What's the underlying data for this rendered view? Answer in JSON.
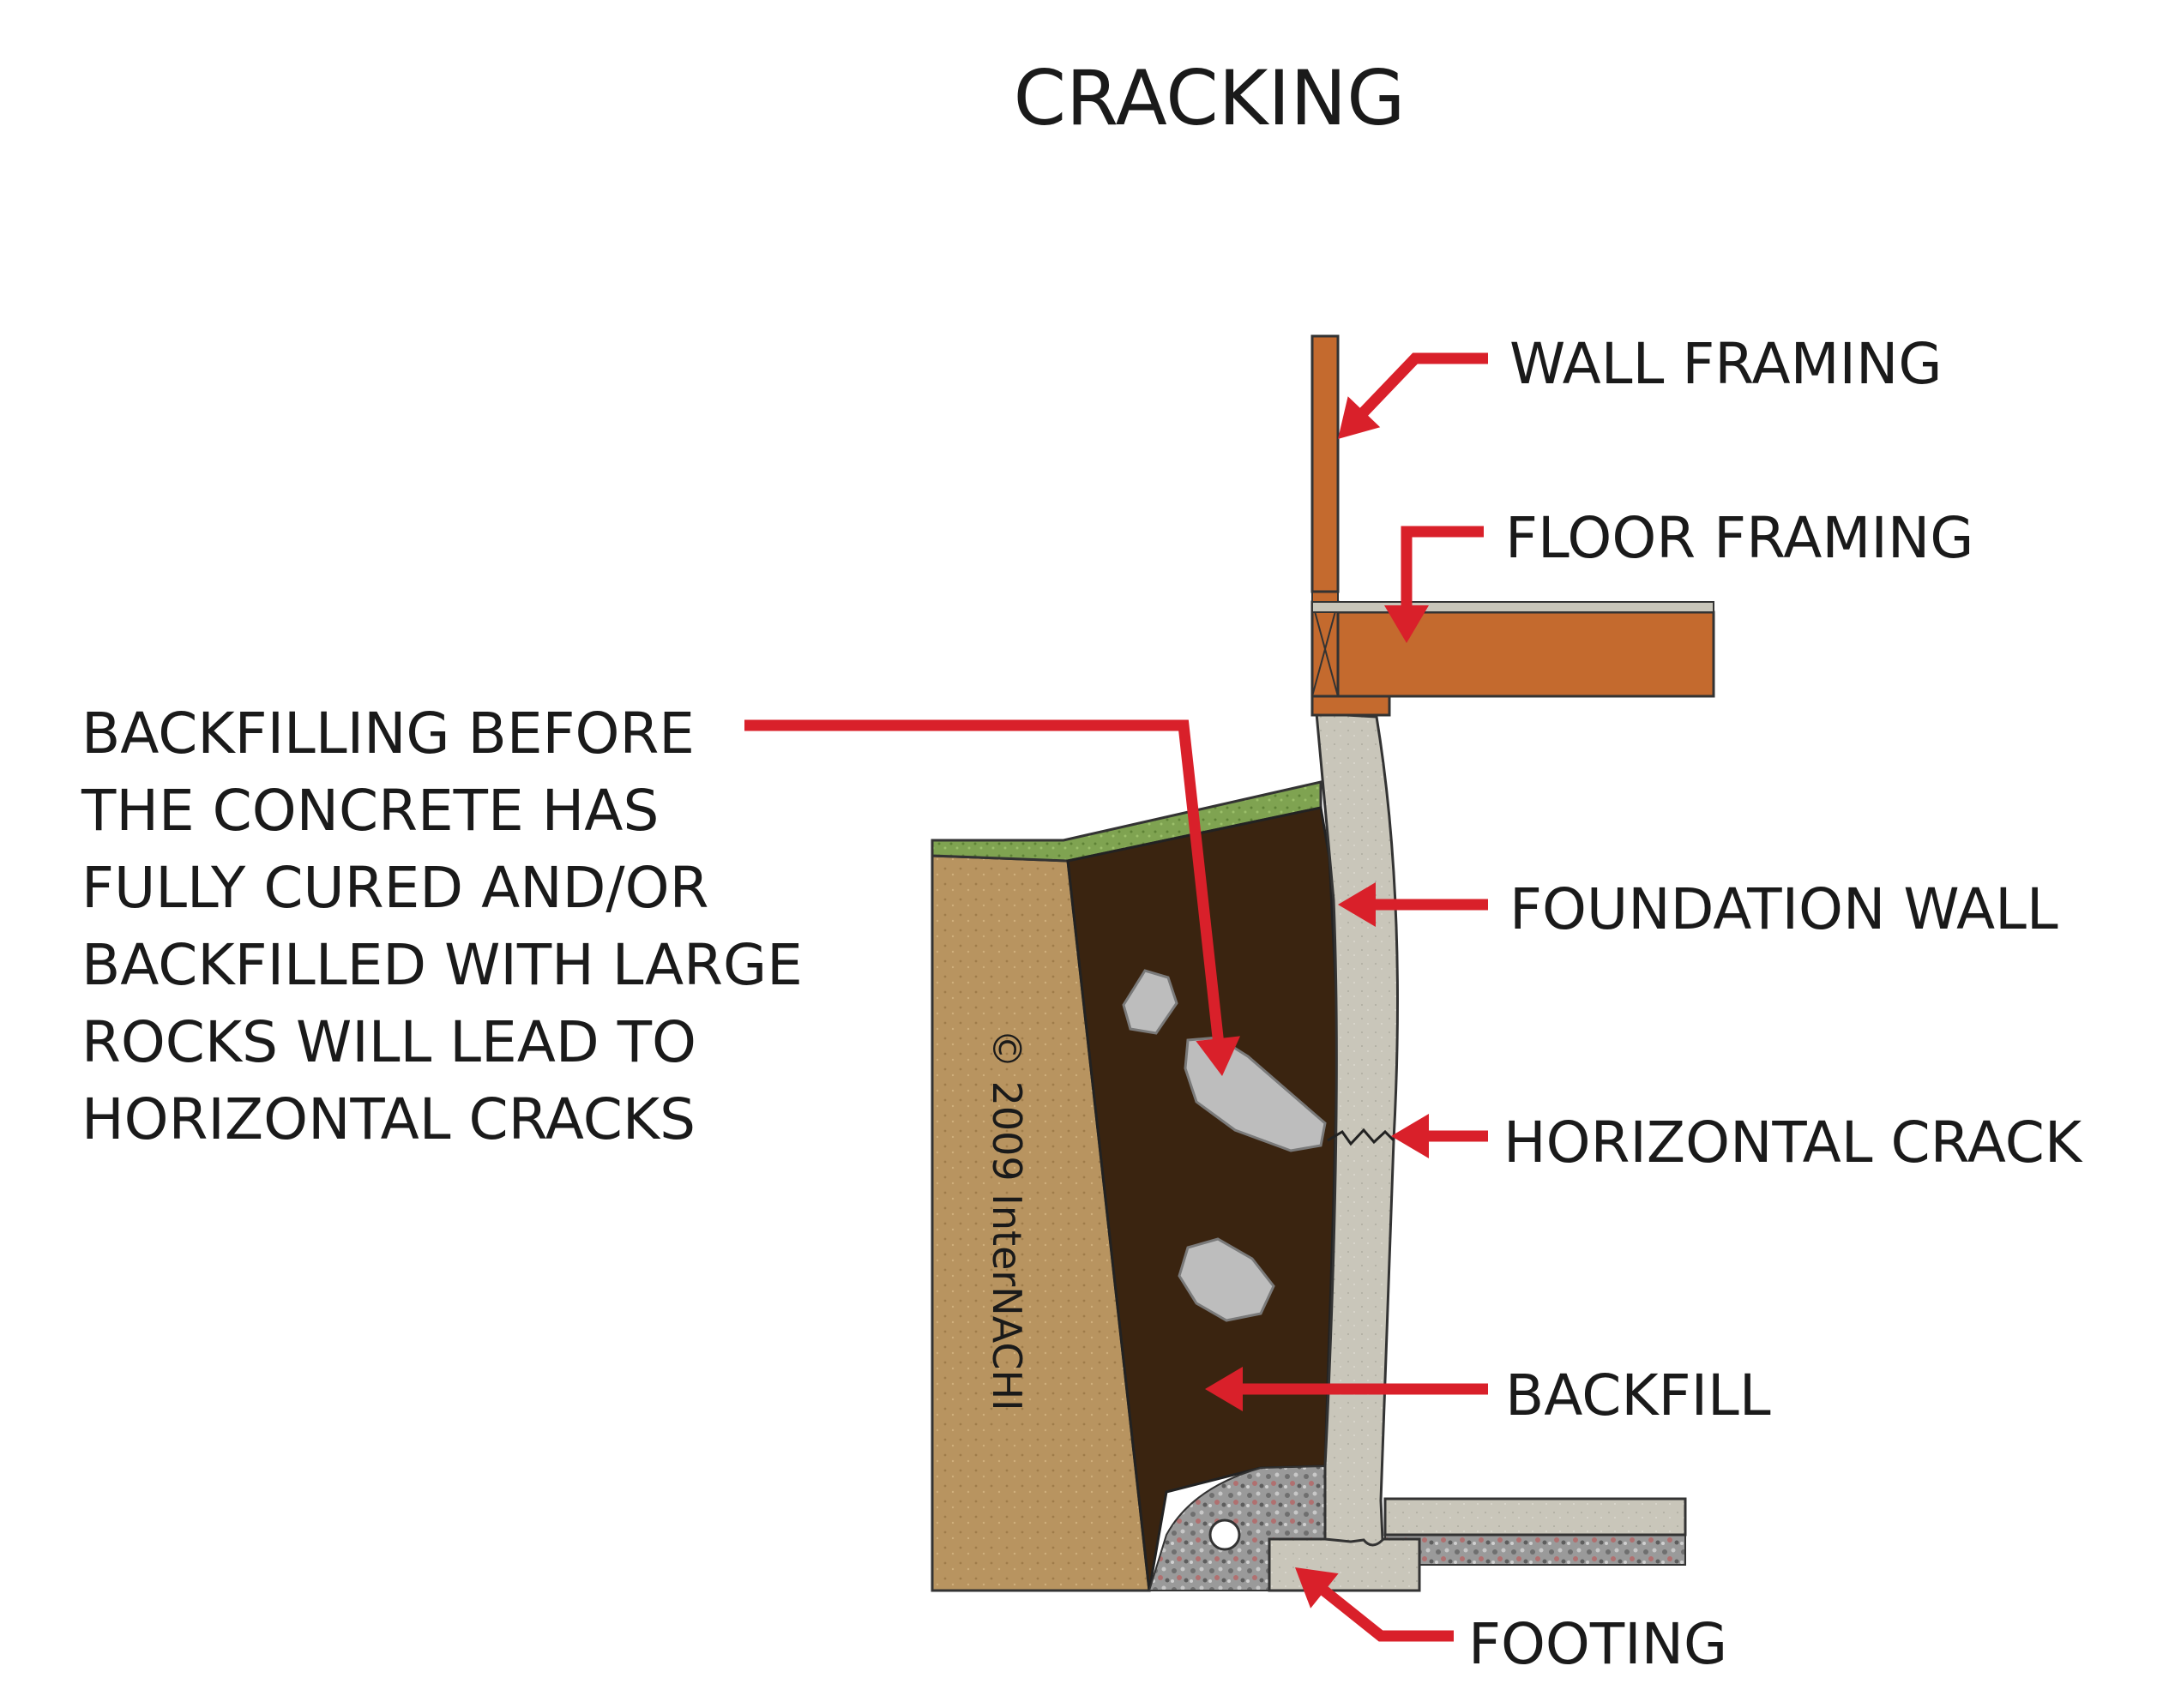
{
  "title": "CRACKING",
  "labels": {
    "wall_framing": "WALL FRAMING",
    "floor_framing": "FLOOR FRAMING",
    "foundation_wall": "FOUNDATION WALL",
    "horizontal_crack": "HORIZONTAL CRACK",
    "backfill": "BACKFILL",
    "footing": "FOOTING"
  },
  "note_lines": [
    "BACKFILLING BEFORE",
    "THE CONCRETE HAS",
    "FULLY CURED AND/OR",
    "BACKFILLED WITH LARGE",
    "ROCKS WILL LEAD TO",
    "HORIZONTAL CRACKS"
  ],
  "copyright": "© 2009 InterNACHI",
  "colors": {
    "arrow": "#d9202a",
    "soil": "#b89460",
    "backfill": "#3a2410",
    "concrete": "#c9c6ba",
    "wood": "#c46a2e",
    "grass": "#7fa351",
    "gravel": "#8a8a8a",
    "rock": "#bdbdbd"
  }
}
